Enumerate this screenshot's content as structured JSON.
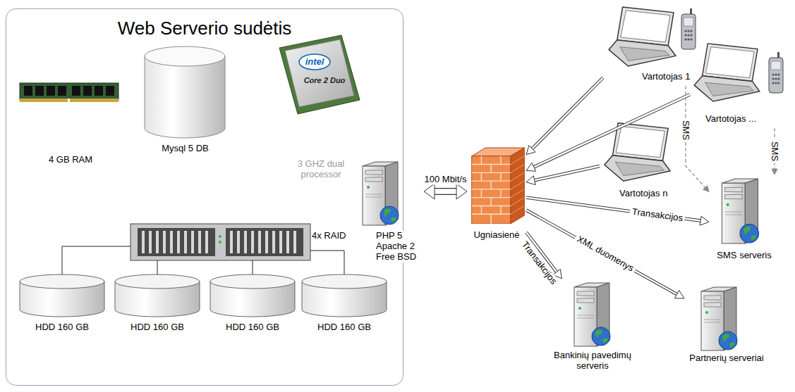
{
  "diagram": {
    "nodes": [
      {
        "text": [
          "Web Serverio sudėtis"
        ]
      },
      {
        "text": [
          "4 GB RAM"
        ],
        "in": 0
      },
      {
        "text": [
          "Mysql 5 DB"
        ],
        "in": 0
      },
      {
        "text": [
          "3 GHZ dual processor"
        ],
        "in": 0
      },
      {
        "text": [
          "4x RAID"
        ],
        "in": 0
      },
      {
        "text": [
          "HDD 160 GB"
        ],
        "in": 0
      },
      {
        "text": [
          "HDD 160 GB"
        ],
        "in": 0
      },
      {
        "text": [
          "HDD 160 GB"
        ],
        "in": 0
      },
      {
        "text": [
          "HDD 160 GB"
        ],
        "in": 0
      },
      {
        "text": [
          "PHP 5 Apache 2 Free BSD"
        ]
      },
      {
        "text": [
          "Ugniasienė"
        ]
      },
      {
        "text": [
          "Vartotojas 1"
        ]
      },
      {
        "text": [
          "Vartotojas ..."
        ]
      },
      {
        "text": [
          "Vartotojas n"
        ]
      },
      {
        "text": [
          "SMS serveris"
        ]
      },
      {
        "text": [
          "Bankinių pavedimų serveris"
        ]
      },
      {
        "text": [
          "Partnerių serveriai"
        ]
      }
    ],
    "edges": [
      {
        "from": 4,
        "to": 5,
        "arrow": "none"
      },
      {
        "from": 4,
        "to": 6,
        "arrow": "none"
      },
      {
        "from": 4,
        "to": 7,
        "arrow": "none"
      },
      {
        "from": 4,
        "to": 8,
        "arrow": "none"
      },
      {
        "from": 9,
        "to": 10,
        "label": "100 Mbit/s",
        "arrow": "both"
      },
      {
        "from": 11,
        "to": 10,
        "arrow": "to"
      },
      {
        "from": 12,
        "to": 10,
        "arrow": "to"
      },
      {
        "from": 13,
        "to": 10,
        "arrow": "to"
      },
      {
        "from": 10,
        "to": 14,
        "label": "Transakcijos",
        "arrow": "to"
      },
      {
        "from": 10,
        "to": 15,
        "label": "Transakcijos",
        "arrow": "to"
      },
      {
        "from": 10,
        "to": 16,
        "label": "XML duomenys",
        "arrow": "to"
      },
      {
        "from": 11,
        "to": 14,
        "label": "SMS",
        "arrow": "to"
      },
      {
        "from": 12,
        "to": 14,
        "label": "SMS",
        "arrow": "to"
      }
    ],
    "labels": [
      "intel",
      "Core 2 Duo"
    ]
  }
}
